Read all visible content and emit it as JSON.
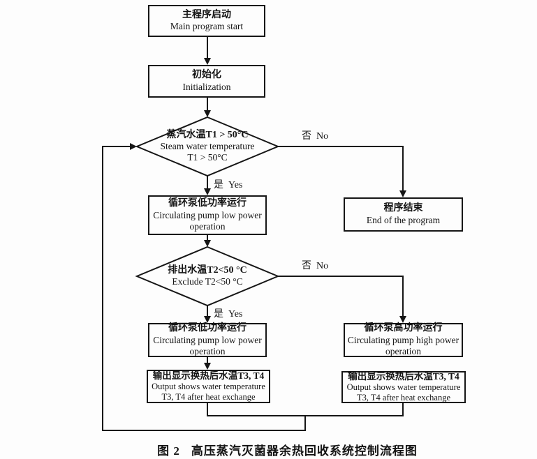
{
  "figure": {
    "caption_label": "图 2",
    "caption_title": "高压蒸汽灭菌器余热回收系统控制流程图"
  },
  "nodes": {
    "main_start": {
      "zh": "主程序启动",
      "en": "Main program start"
    },
    "init": {
      "zh": "初始化",
      "en": "Initialization"
    },
    "decision_t1": {
      "zh": "蒸汽水温T1 > 50°C",
      "en_line1": "Steam water temperature",
      "en_line2": "T1 > 50°C"
    },
    "pump_low_1": {
      "zh": "循环泵低功率运行",
      "en_line1": "Circulating pump low power",
      "en_line2": "operation"
    },
    "decision_t2": {
      "zh": "排出水温T2<50 °C",
      "en_line1": "Exclude T2<50 °C"
    },
    "pump_low_2": {
      "zh": "循环泵低功率运行",
      "en_line1": "Circulating pump low power",
      "en_line2": "operation"
    },
    "output_left": {
      "zh": "输出显示换热后水温T3, T4",
      "en_line1": "Output shows water temperature",
      "en_line2": "T3, T4 after heat exchange"
    },
    "pump_high": {
      "zh": "循环泵高功率运行",
      "en_line1": "Circulating pump high power",
      "en_line2": "operation"
    },
    "output_right": {
      "zh": "输出显示换热后水温T3, T4",
      "en_line1": "Output shows water temperature",
      "en_line2": "T3, T4 after heat exchange"
    },
    "end_program": {
      "zh": "程序结束",
      "en": "End of the program"
    }
  },
  "edge_labels": {
    "no_t1": "否  No",
    "yes_t1": "是  Yes",
    "no_t2": "否  No",
    "yes_t2": "是  Yes"
  },
  "colors": {
    "line": "#161616",
    "background": "#fdfdfd"
  }
}
